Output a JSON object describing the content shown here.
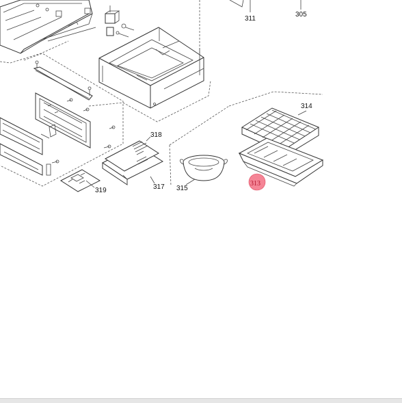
{
  "diagram": {
    "part_labels": [
      {
        "id": "311",
        "text": "311"
      },
      {
        "id": "305",
        "text": "305"
      },
      {
        "id": "314",
        "text": "314"
      },
      {
        "id": "318",
        "text": "318"
      },
      {
        "id": "315",
        "text": "315"
      },
      {
        "id": "317",
        "text": "317"
      },
      {
        "id": "319",
        "text": "319"
      }
    ],
    "highlight": {
      "text": "313",
      "color": "#f25c73"
    }
  }
}
